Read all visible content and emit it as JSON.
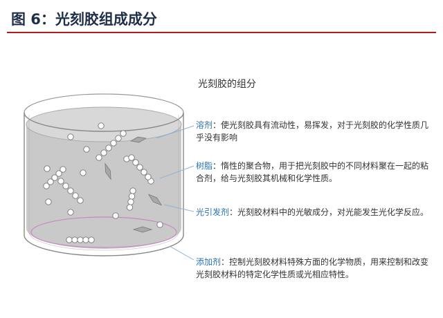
{
  "figure": {
    "title": "图 6：光刻胶组成成分"
  },
  "diagram": {
    "title": "光刻胶的组分",
    "components": [
      {
        "term": "溶剂",
        "sep": "：",
        "text": "使光刻胶具有流动性，易挥发，对于光刻胶的化学性质几乎没有影响"
      },
      {
        "term": "树脂",
        "sep": "：",
        "text": "惰性的聚合物，用于把光刻胶中的不同材料聚在一起的粘合剂，给与光刻胶其机械和化学性质。"
      },
      {
        "term": "光引发剂",
        "sep": "：",
        "text": "光刻胶材料中的光敏成分，对光能发生光化学反应。"
      },
      {
        "term": "添加剂",
        "sep": "：",
        "text": "控制光刻胶材料特殊方面的化学物质，用来控制和改变光刻胶材料的特定化学性质或光相应特性。"
      }
    ]
  },
  "colors": {
    "title_text": "#1f2f4a",
    "title_rule": "#b31a1a",
    "term_text": "#2b72b4",
    "liquid": "#c9c9c9",
    "bottom_ring": "#c58ac2"
  }
}
